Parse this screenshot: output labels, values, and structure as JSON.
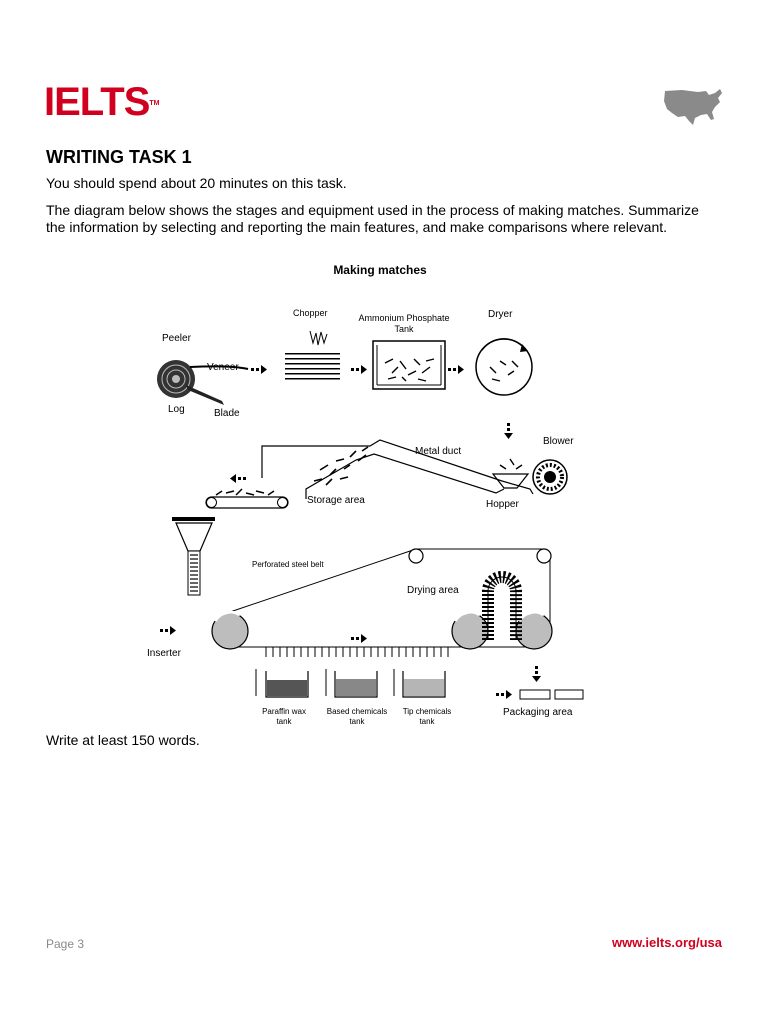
{
  "brand": {
    "logo_text": "IELTS",
    "trademark": "TM",
    "accent": "#d1001f"
  },
  "task": {
    "title": "WRITING TASK 1",
    "time_instruction": "You should spend about 20 minutes on this task.",
    "prompt": "The diagram below shows the stages and equipment used in the process of making matches. Summarize the information by selecting and reporting the main features, and make comparisons where relevant.",
    "word_limit": "Write at least 150 words."
  },
  "diagram": {
    "title": "Making matches",
    "labels": {
      "peeler": "Peeler",
      "veneer": "Veneer",
      "log": "Log",
      "blade": "Blade",
      "chopper": "Chopper",
      "ammonium_line1": "Ammonium Phosphate",
      "ammonium_line2": "Tank",
      "dryer": "Dryer",
      "metal_duct": "Metal duct",
      "blower": "Blower",
      "storage_area": "Storage area",
      "hopper": "Hopper",
      "perforated_belt": "Perforated steel belt",
      "drying_area": "Drying area",
      "inserter": "Inserter",
      "paraffin_line1": "Paraffin wax",
      "paraffin_line2": "tank",
      "based_line1": "Based chemicals",
      "based_line2": "tank",
      "tip_line1": "Tip chemicals",
      "tip_line2": "tank",
      "packaging_area": "Packaging area"
    }
  },
  "footer": {
    "page": "Page 3",
    "url": "www.ielts.org/usa"
  }
}
